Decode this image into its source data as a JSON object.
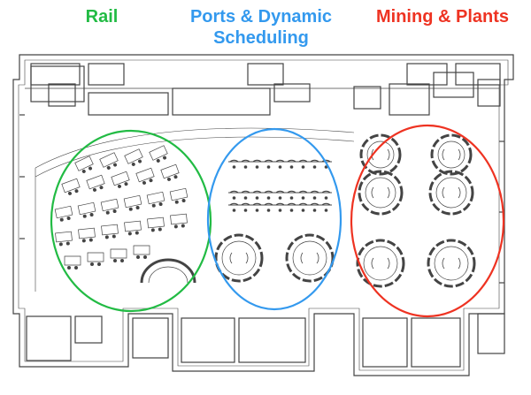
{
  "zones": [
    {
      "key": "rail",
      "label": "Rail",
      "color": "#22bb44"
    },
    {
      "key": "ports",
      "label": "Ports & Dynamic\nScheduling",
      "label_line1": "Ports & Dynamic",
      "label_line2": "Scheduling",
      "color": "#3399ee"
    },
    {
      "key": "mining",
      "label": "Mining & Plants",
      "color": "#ee3322"
    }
  ],
  "plan": {
    "line_color": "#444444",
    "fill_color": "#ffffff"
  }
}
